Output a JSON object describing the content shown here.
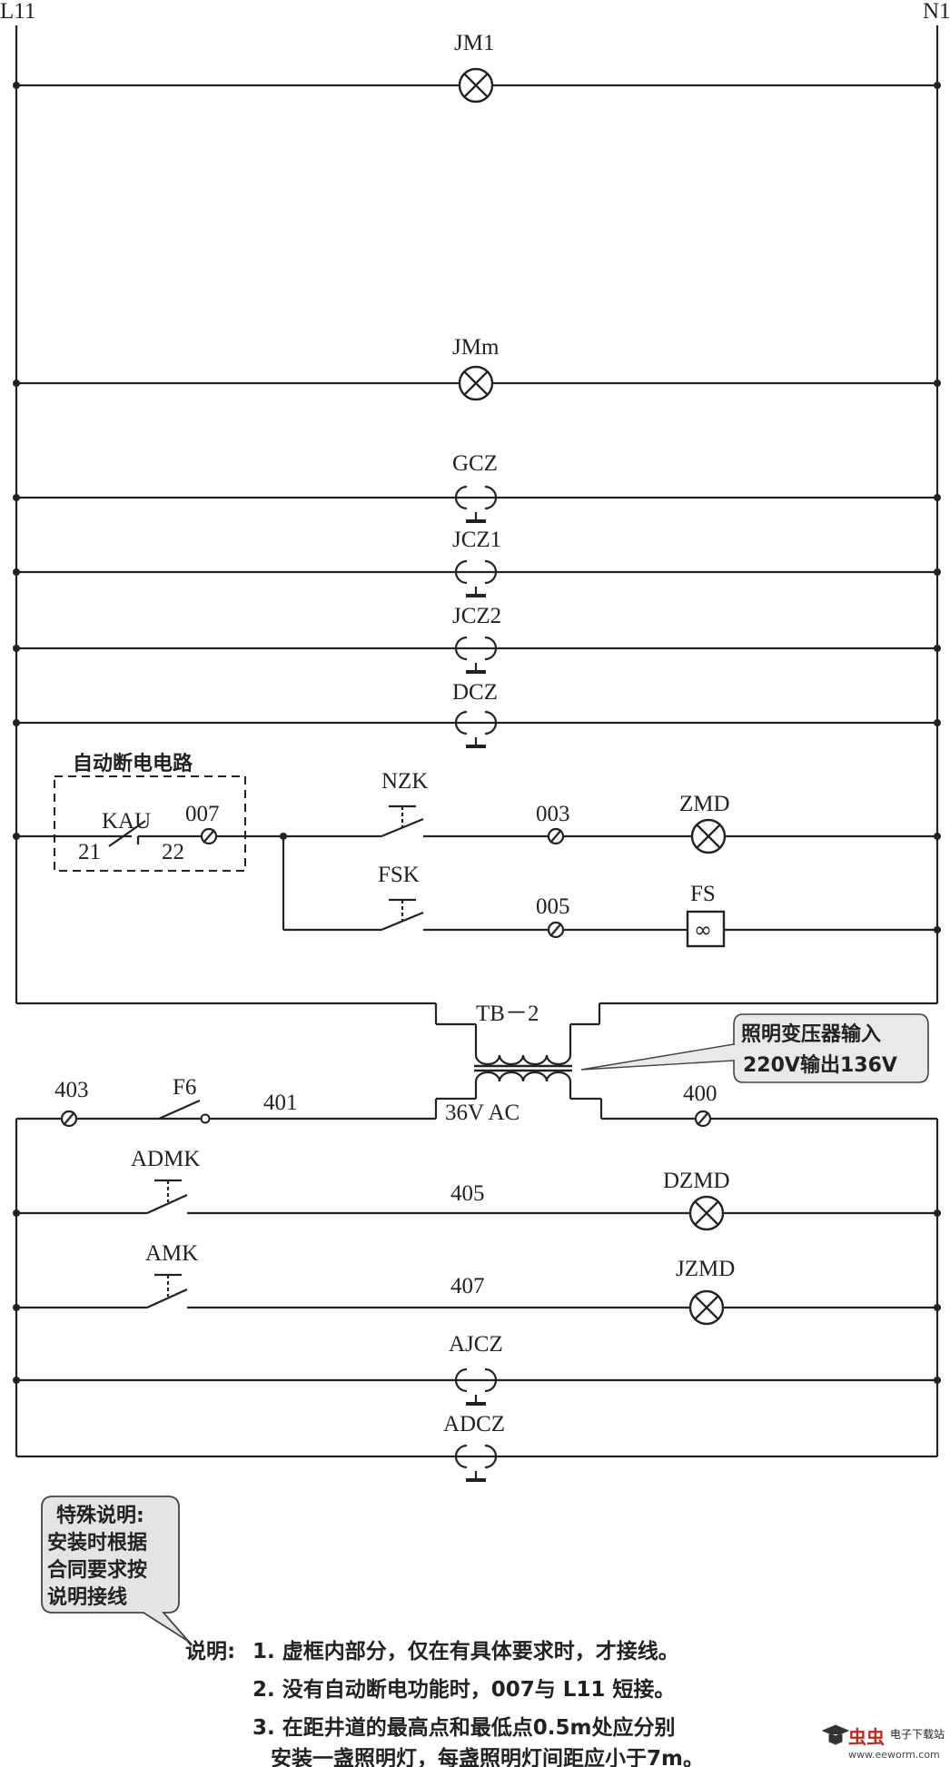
{
  "rails": {
    "left": "L11",
    "right": "N1"
  },
  "lamps": {
    "jm1": "JM1",
    "jmm": "JMm",
    "zmd": "ZMD",
    "dzmd": "DZMD",
    "jzmd": "JZMD"
  },
  "sockets": {
    "gcz": "GCZ",
    "jcz1": "JCZ1",
    "jcz2": "JCZ2",
    "dcz": "DCZ",
    "ajcz": "AJCZ",
    "adcz": "ADCZ"
  },
  "auto_cut": {
    "title": "自动断电电路",
    "contact": "KAU",
    "pin_left": "21",
    "pin_right": "22",
    "terminal": "007"
  },
  "switches": {
    "nzk": "NZK",
    "fsk": "FSK",
    "f6": "F6",
    "admk": "ADMK",
    "amk": "AMK"
  },
  "terminals": {
    "t003": "003",
    "t005": "005",
    "t403": "403",
    "t401": "401",
    "t400": "400",
    "t405": "405",
    "t407": "407"
  },
  "fan": "FS",
  "transformer": {
    "name": "TB－2",
    "output": "36V  AC",
    "callout_line1": "照明变压器输入",
    "callout_line2": "220V输出136V"
  },
  "special_note": {
    "line1": "特殊说明:",
    "line2": "安装时根据",
    "line3": "合同要求按",
    "line4": "说明接线"
  },
  "notes": {
    "label": "说明:",
    "n1": "1. 虚框内部分，仅在有具体要求时，才接线。",
    "n2": "2. 没有自动断电功能时，007与 L11 短接。",
    "n3a": "3. 在距井道的最高点和最低点0.5m处应分别",
    "n3b": "安装一盏照明灯，每盏照明灯间距应小于7m。"
  },
  "watermark": {
    "name": "电子下载站",
    "url": "www.eeworm.com"
  }
}
